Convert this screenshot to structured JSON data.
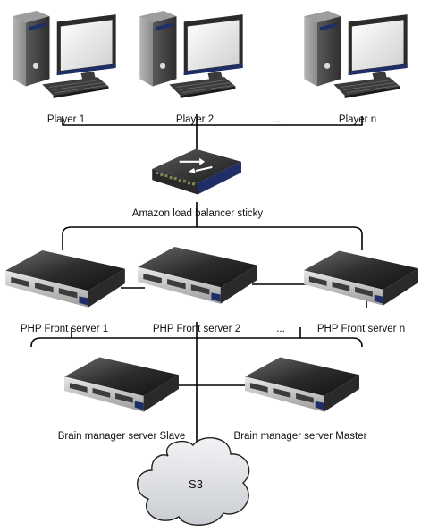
{
  "players": [
    {
      "label": "Player 1"
    },
    {
      "label": "Player 2"
    },
    {
      "label": "Player n"
    }
  ],
  "players_ellipsis": "...",
  "load_balancer": {
    "label": "Amazon load balancer sticky"
  },
  "front_servers": [
    {
      "label": "PHP Front server 1"
    },
    {
      "label": "PHP Front server 2"
    },
    {
      "label": "PHP Front server n"
    }
  ],
  "front_ellipsis": "...",
  "brain_servers": [
    {
      "label": "Brain manager server Slave"
    },
    {
      "label": "Brain manager server Master"
    }
  ],
  "storage": {
    "label": "S3"
  }
}
